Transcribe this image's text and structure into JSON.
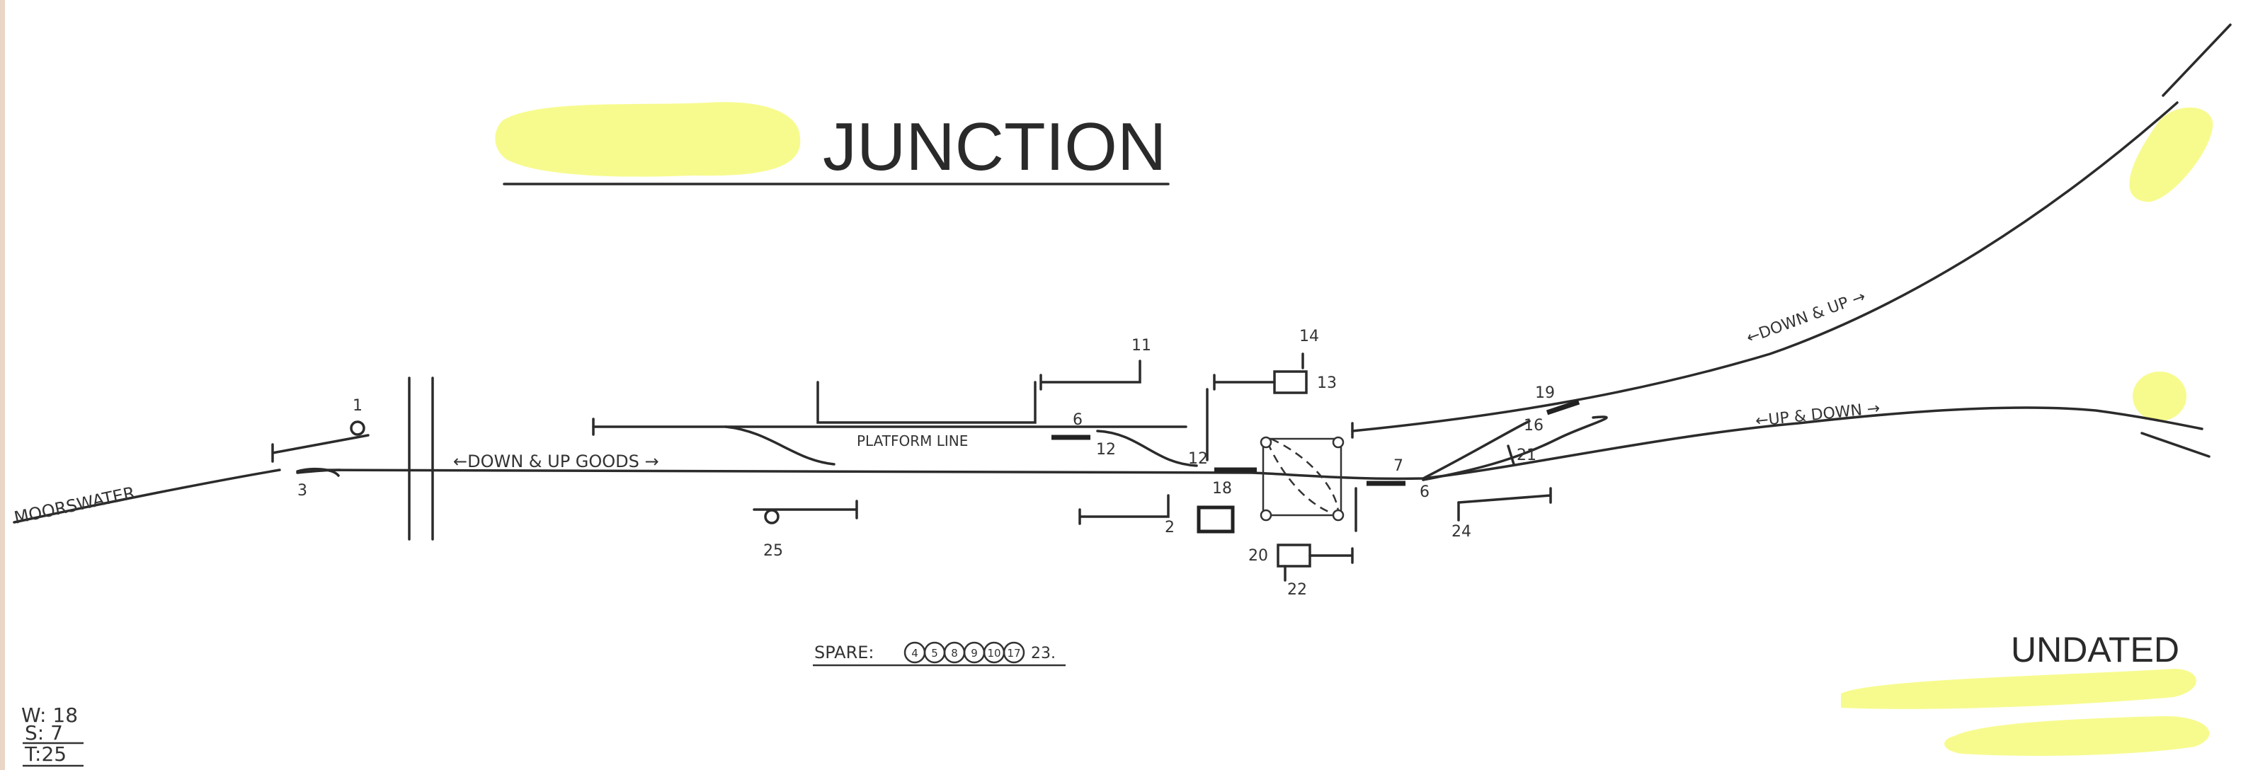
{
  "title": "JUNCTION",
  "track_labels": {
    "moorswater": "MOORSWATER",
    "goods": "←DOWN & UP GOODS →",
    "platform": "PLATFORM LINE",
    "down_up": "←DOWN & UP →",
    "up_down": "←UP & DOWN →"
  },
  "lever_numbers": {
    "s1": "1",
    "s3": "3",
    "s25": "25",
    "s11": "11",
    "s14": "14",
    "s13": "13",
    "s6": "6",
    "s12a": "12",
    "s12b": "12",
    "s18": "18",
    "s2": "2",
    "s20": "20",
    "s22": "22",
    "s7": "7",
    "s6b": "6",
    "s19": "19",
    "s16": "16",
    "s21": "21",
    "s24": "24"
  },
  "spare": {
    "label": "SPARE:",
    "circled": [
      "4",
      "5",
      "8",
      "9",
      "10",
      "17"
    ],
    "plain": "23."
  },
  "totals": {
    "w": "W: 18",
    "s": "S:  7",
    "t": "T:25"
  },
  "status": "UNDATED",
  "colors": {
    "redaction": "#f7fb8e",
    "ink": "#2b2b2b"
  }
}
